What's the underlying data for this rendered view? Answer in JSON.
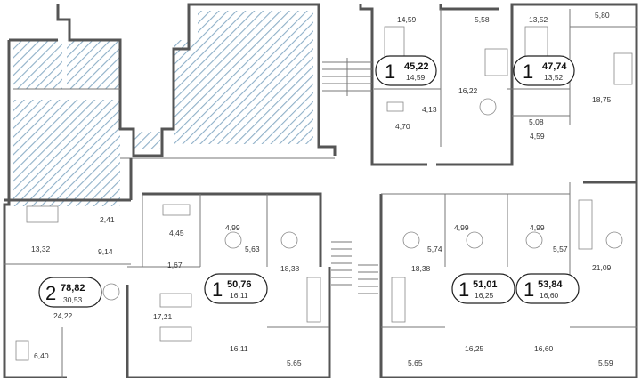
{
  "apartments": [
    {
      "rooms": "1",
      "total": "45,22",
      "living": "14,59"
    },
    {
      "rooms": "1",
      "total": "47,74",
      "living": "13,52"
    },
    {
      "rooms": "2",
      "total": "78,82",
      "living": "30,53"
    },
    {
      "rooms": "1",
      "total": "50,76",
      "living": "16,11"
    },
    {
      "rooms": "1",
      "total": "51,01",
      "living": "16,25"
    },
    {
      "rooms": "1",
      "total": "53,84",
      "living": "16,60"
    }
  ],
  "room_areas": [
    "14,59",
    "5,58",
    "13,52",
    "5,80",
    "16,22",
    "18,75",
    "4,13",
    "4,70",
    "5,08",
    "4,59",
    "2,41",
    "13,32",
    "9,14",
    "4,45",
    "1,67",
    "24,22",
    "17,21",
    "6,40",
    "4,99",
    "5,63",
    "18,38",
    "16,11",
    "5,65",
    "5,74",
    "4,99",
    "18,38",
    "5,65",
    "16,25",
    "4,99",
    "5,57",
    "21,09",
    "16,60",
    "5,59"
  ]
}
